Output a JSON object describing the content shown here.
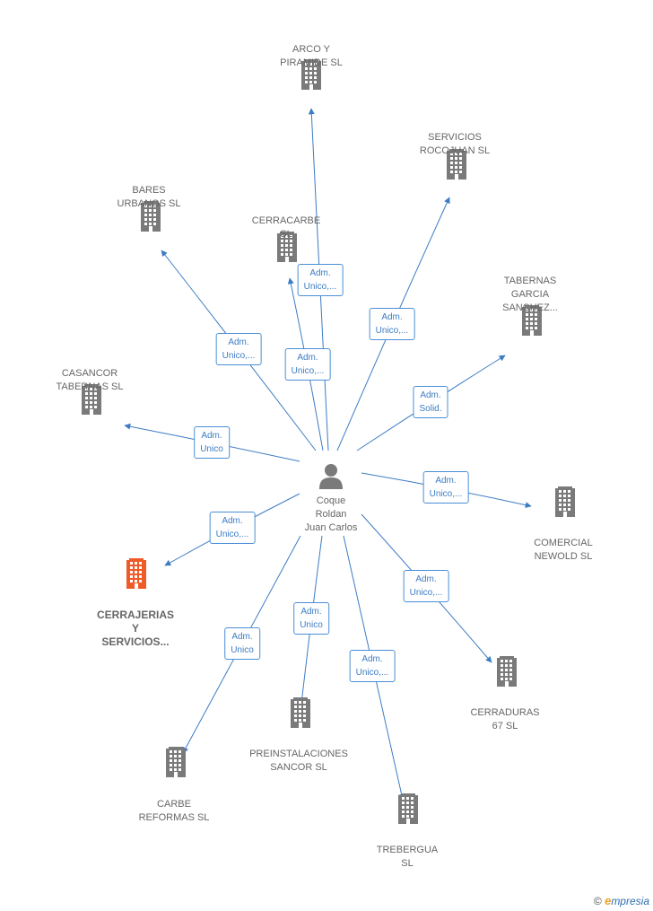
{
  "center": {
    "lines": [
      "Coque",
      "Roldan",
      "Juan Carlos"
    ]
  },
  "companies": [
    {
      "id": "arco",
      "lines": [
        "ARCO Y",
        "PIRAMIDE  SL"
      ]
    },
    {
      "id": "rocojuan",
      "lines": [
        "SERVICIOS",
        "ROCOJUAN  SL"
      ]
    },
    {
      "id": "bares",
      "lines": [
        "BARES",
        "URBANOS  SL"
      ]
    },
    {
      "id": "cerracarbe",
      "lines": [
        "CERRACARBE",
        "SL"
      ]
    },
    {
      "id": "tabgarcia",
      "lines": [
        "TABERNAS",
        "GARCIA",
        "SANCHEZ..."
      ]
    },
    {
      "id": "casancor",
      "lines": [
        "CASANCOR",
        "TABERNAS SL"
      ]
    },
    {
      "id": "newold",
      "lines": [
        "COMERCIAL",
        "NEWOLD  SL"
      ]
    },
    {
      "id": "cerrajerias",
      "lines": [
        "CERRAJERIAS",
        "Y",
        "SERVICIOS..."
      ],
      "highlight": true
    },
    {
      "id": "cerraduras",
      "lines": [
        "CERRADURAS",
        "67  SL"
      ]
    },
    {
      "id": "preinst",
      "lines": [
        "PREINSTALACIONES",
        "SANCOR SL"
      ]
    },
    {
      "id": "carbe",
      "lines": [
        "CARBE",
        "REFORMAS  SL"
      ]
    },
    {
      "id": "trebergua",
      "lines": [
        "TREBERGUA",
        "SL"
      ]
    }
  ],
  "roles": [
    {
      "target": "arco",
      "lines": [
        "Adm.",
        "Unico,..."
      ]
    },
    {
      "target": "rocojuan",
      "lines": [
        "Adm.",
        "Unico,..."
      ]
    },
    {
      "target": "bares",
      "lines": [
        "Adm.",
        "Unico,..."
      ]
    },
    {
      "target": "cerracarbe",
      "lines": [
        "Adm.",
        "Unico,..."
      ]
    },
    {
      "target": "tabgarcia",
      "lines": [
        "Adm.",
        "Solid."
      ]
    },
    {
      "target": "casancor",
      "lines": [
        "Adm.",
        "Unico"
      ]
    },
    {
      "target": "newold",
      "lines": [
        "Adm.",
        "Unico,..."
      ]
    },
    {
      "target": "cerrajerias",
      "lines": [
        "Adm.",
        "Unico,..."
      ]
    },
    {
      "target": "cerraduras",
      "lines": [
        "Adm.",
        "Unico,..."
      ]
    },
    {
      "target": "preinst",
      "lines": [
        "Adm.",
        "Unico"
      ]
    },
    {
      "target": "carbe",
      "lines": [
        "Adm.",
        "Unico"
      ]
    },
    {
      "target": "trebergua",
      "lines": [
        "Adm.",
        "Unico,..."
      ]
    }
  ],
  "colors": {
    "edge": "#3d7cc4",
    "building": "#7a7a7a",
    "highlight": "#f05a28",
    "person": "#7a7a7a"
  },
  "footer": {
    "copyright": "©",
    "brand_first": "e",
    "brand_rest": "mpresia"
  }
}
